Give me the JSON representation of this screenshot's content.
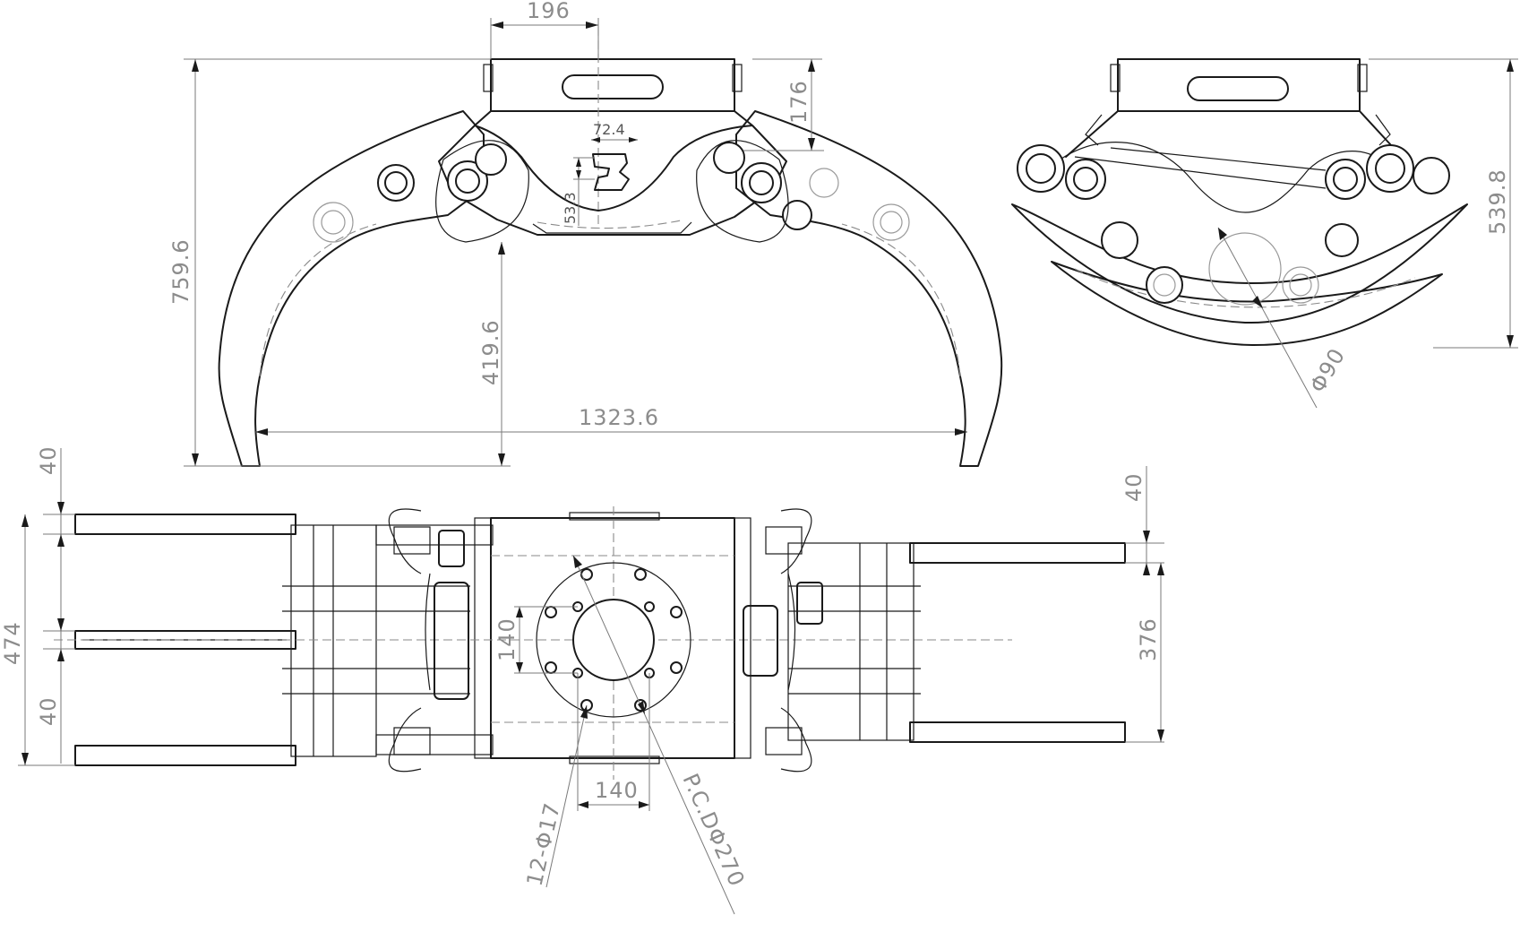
{
  "dimensions": {
    "front_view": {
      "top_width": "196",
      "pin_offset": "72.4",
      "small_vertical": "53.3",
      "top_height": "176",
      "total_height": "759.6",
      "jaw_opening": "419.6",
      "total_span": "1323.6"
    },
    "side_view": {
      "height": "539.8",
      "pin_diameter": "Φ90"
    },
    "plan_view": {
      "top_plate": "40",
      "left_total": "474",
      "left_plate": "40",
      "right_plate": "40",
      "right_total": "376",
      "bolt_spacing_v": "140",
      "bolt_spacing_h": "140",
      "bolt_holes": "12-Φ17",
      "pitch_circle": "P.C.DΦ270"
    }
  },
  "logo_text": "JB",
  "colors": {
    "line": "#1a1a1a",
    "dimension": "#8c8c8c"
  }
}
